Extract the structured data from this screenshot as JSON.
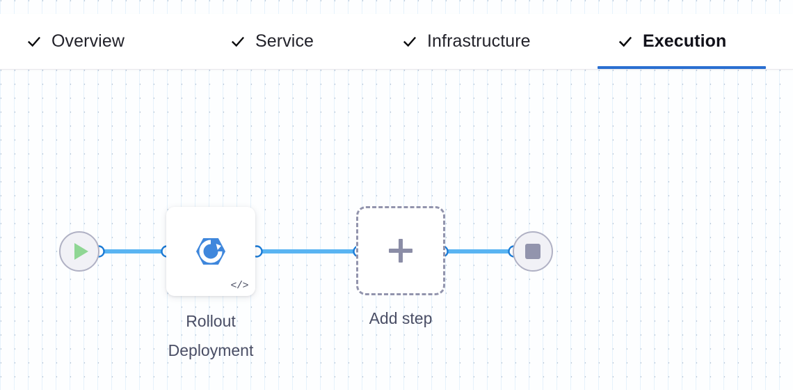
{
  "tabs": [
    {
      "label": "Overview",
      "icon": "check-icon",
      "complete": true,
      "active": false
    },
    {
      "label": "Service",
      "icon": "check-icon",
      "complete": true,
      "active": false
    },
    {
      "label": "Infrastructure",
      "icon": "check-icon",
      "complete": true,
      "active": false
    },
    {
      "label": "Execution",
      "icon": "check-icon",
      "complete": true,
      "active": true
    }
  ],
  "pipeline": {
    "start_node": {
      "icon": "play-icon",
      "label": ""
    },
    "end_node": {
      "icon": "stop-icon",
      "label": ""
    },
    "steps": [
      {
        "icon": "rollout-deployment-icon",
        "label": "Rollout\nDeployment",
        "badge": "</>"
      }
    ],
    "add_step": {
      "icon": "plus-icon",
      "label": "Add step"
    }
  },
  "colors": {
    "accent": "#2a6fd1",
    "edge_line": "#59b4f2",
    "edge_dot_stroke": "#1b7bd6",
    "node_icon_blue": "#3f87dc",
    "node_gray": "#9294ad",
    "play_green": "#8fd694",
    "caption_text": "#4a4e65",
    "canvas_bg": "#fdfeff",
    "grid_dot": "#c3cddb"
  }
}
